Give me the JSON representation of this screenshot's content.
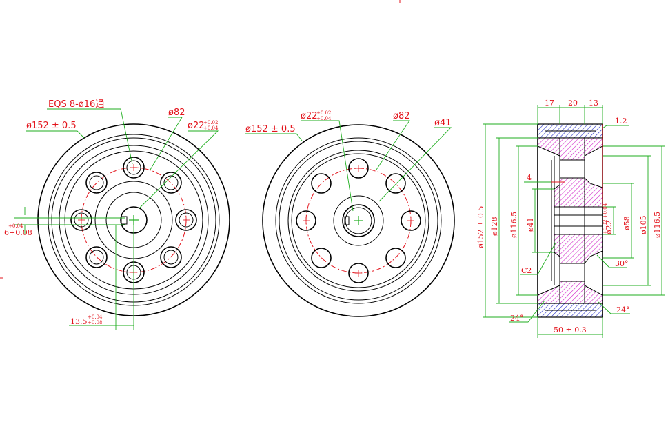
{
  "views": {
    "front": {
      "hole_callout": "EQS 8-ø16通",
      "outer_dia": "ø152 ± 0.5",
      "pcd": "ø82",
      "bore_main": "ø22",
      "bore_tol_upper": "+0.02",
      "bore_tol_lower": "+0.04",
      "key_tol_upper": "+0.04",
      "key_tol_lower": "6+0.08",
      "key_depth_main": "13.5",
      "key_depth_tol_upper": "+0.04",
      "key_depth_tol_lower": "+0.08"
    },
    "middle": {
      "bore_main": "ø22",
      "bore_tol_upper": "+0.02",
      "bore_tol_lower": "+0.04",
      "pcd": "ø82",
      "hub_dia": "ø41",
      "outer_dia": "ø152 ± 0.5"
    },
    "section": {
      "width_a": "17",
      "width_b": "20",
      "width_c": "13",
      "tread_thickness": "1.2",
      "web_gap": "4",
      "dia_outer": "ø152 ± 0.5",
      "dia_128": "ø128",
      "dia_116_left": "ø116.5",
      "dia_41": "ø41",
      "chamfer": "C2",
      "bore": "ø22",
      "bore_tol": "+0.02 +0.04",
      "dia_58": "ø58",
      "dia_105": "ø105",
      "dia_116_right": "ø116.5",
      "angle_30": "30°",
      "angle_24_right": "24°",
      "angle_24_left": "24°",
      "overall_width": "50 ± 0.3"
    }
  }
}
